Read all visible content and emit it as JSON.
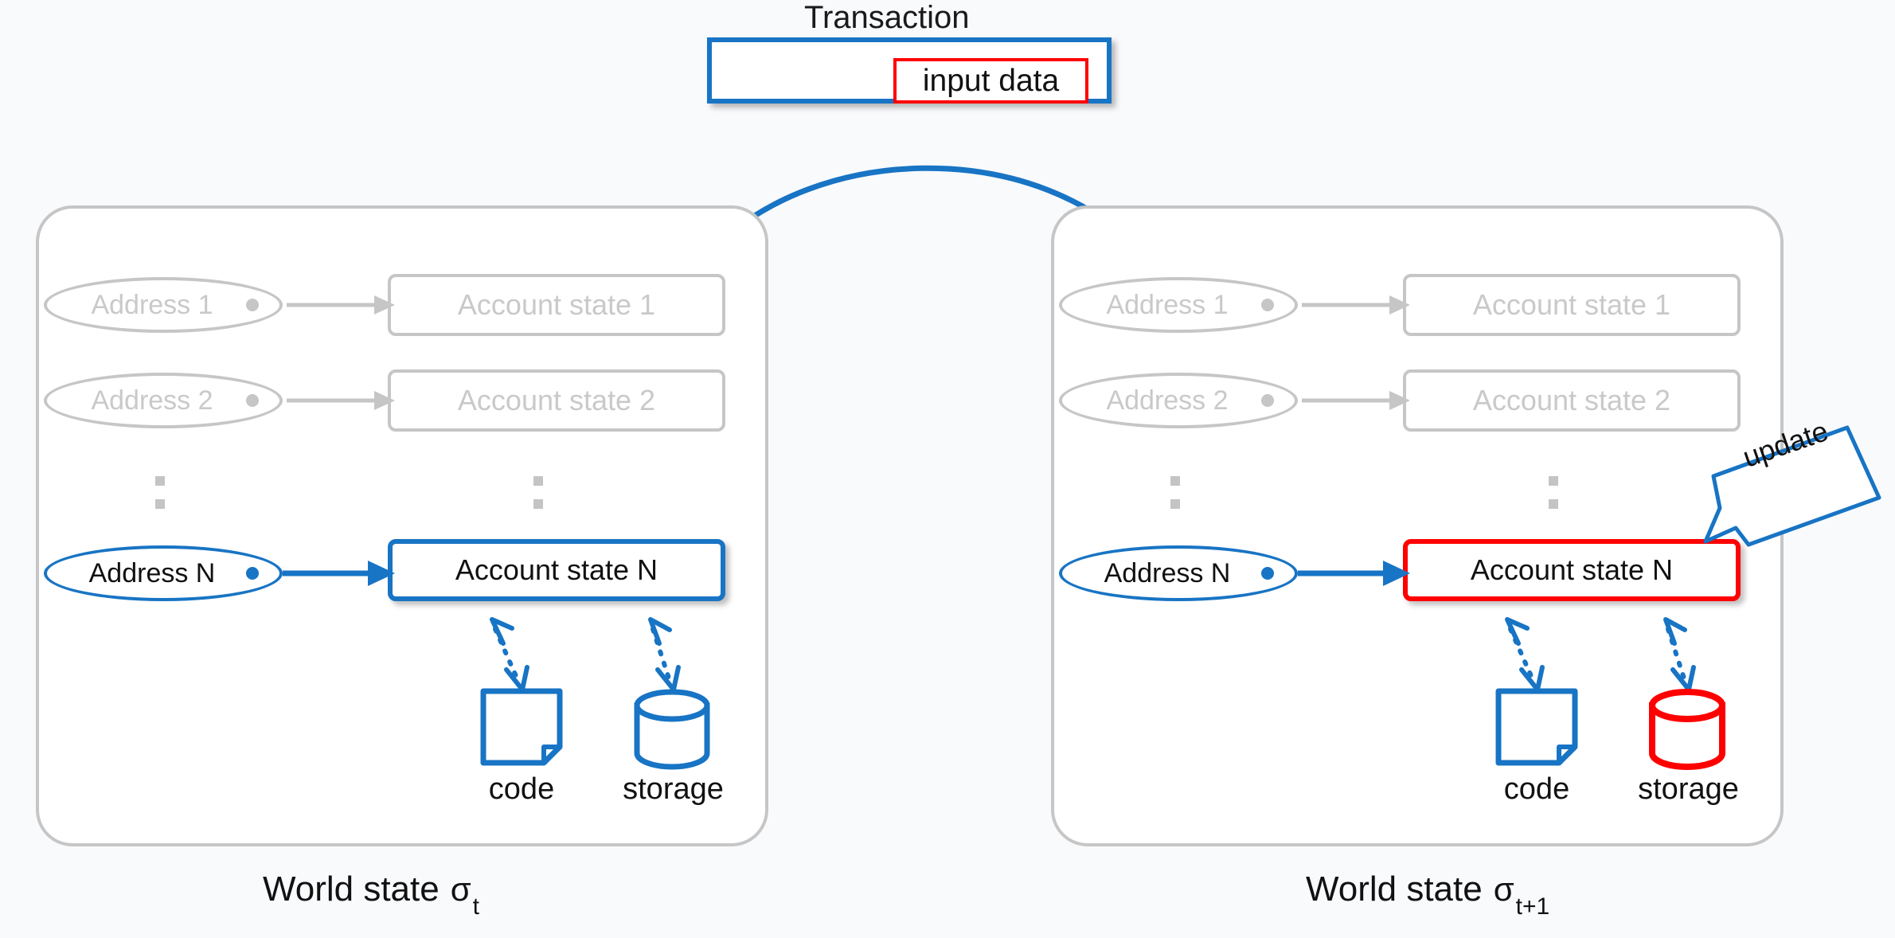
{
  "colors": {
    "blue": "#1874c4",
    "red": "#ff0000",
    "gray": "#c6c6c6",
    "gray_text": "#c9c9c9",
    "background": "#f9fafc",
    "black": "#111111"
  },
  "transaction": {
    "title": "Transaction",
    "input_data_label": "input data"
  },
  "left_panel": {
    "state_label_prefix": "World state",
    "sigma": "σ",
    "subscript": "t",
    "rows": [
      {
        "address": "Address 1",
        "account_state": "Account state 1",
        "highlight": "none"
      },
      {
        "address": "Address 2",
        "account_state": "Account state 2",
        "highlight": "none"
      },
      {
        "address": "Address N",
        "account_state": "Account state N",
        "highlight": "blue"
      }
    ],
    "ellipsis": "⋮",
    "code_label": "code",
    "storage_label": "storage",
    "code_icon": "document-icon",
    "storage_icon": "cylinder-icon"
  },
  "right_panel": {
    "state_label_prefix": "World state",
    "sigma": "σ",
    "subscript": "t+1",
    "rows": [
      {
        "address": "Address 1",
        "account_state": "Account state 1",
        "highlight": "none"
      },
      {
        "address": "Address 2",
        "account_state": "Account state 2",
        "highlight": "none"
      },
      {
        "address": "Address N",
        "account_state": "Account state N",
        "highlight": "red"
      }
    ],
    "ellipsis": "⋮",
    "code_label": "code",
    "storage_label": "storage",
    "code_icon": "document-icon",
    "storage_icon": "cylinder-icon"
  },
  "annotations": {
    "update_label": "update"
  }
}
